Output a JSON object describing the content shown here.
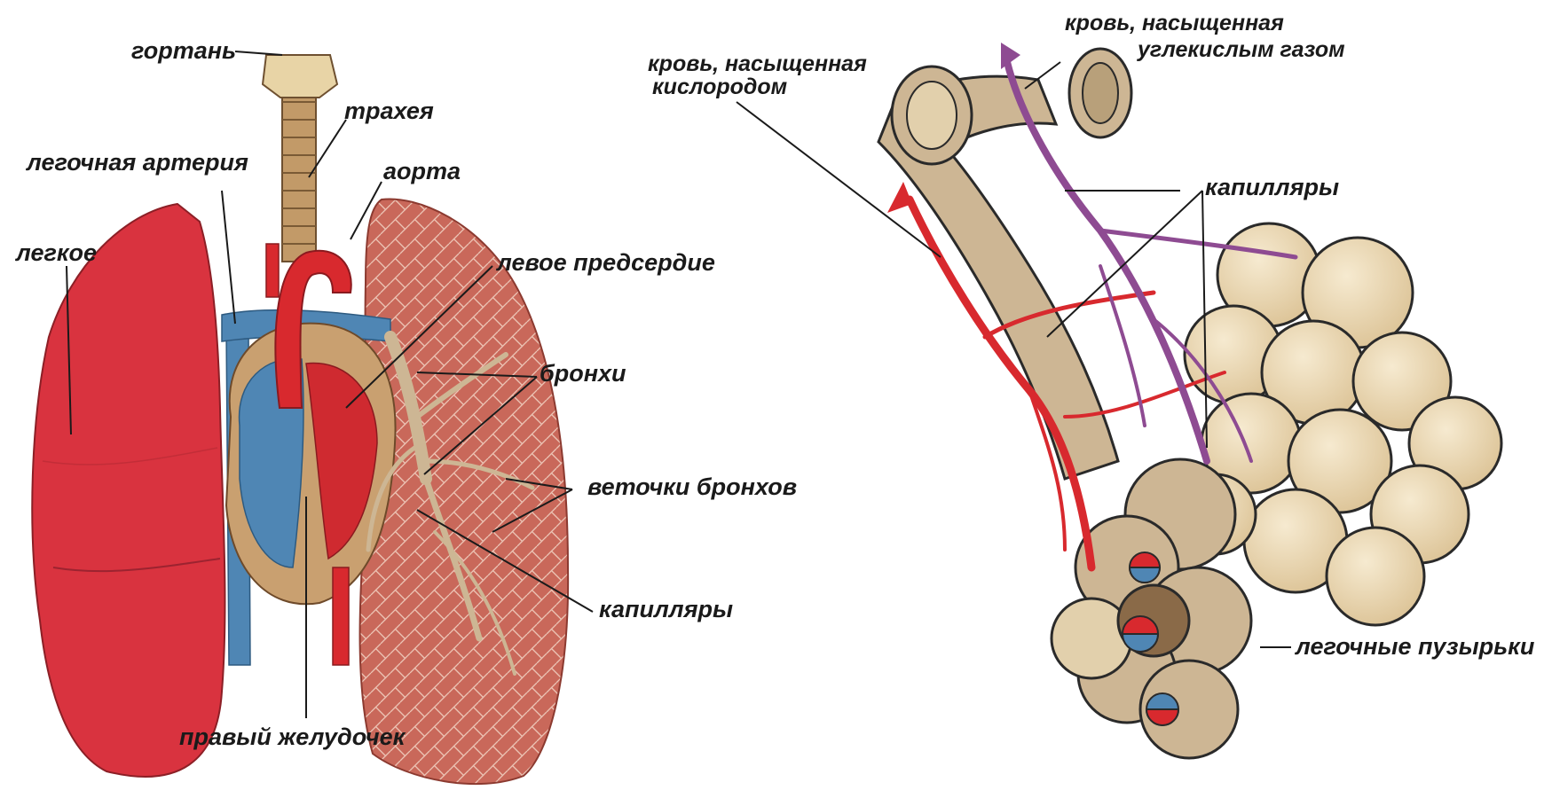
{
  "left_diagram": {
    "labels": {
      "larynx": "гортань",
      "trachea": "трахея",
      "pulmonary_artery": "легочная артерия",
      "aorta": "аорта",
      "lung": "легкое",
      "left_atrium": "левое предсердие",
      "bronchi": "бронхи",
      "bronchial_branches": "веточки бронхов",
      "capillaries": "капилляры",
      "right_ventricle": "правый желудочек"
    }
  },
  "right_diagram": {
    "labels": {
      "oxygen_blood_1": "кровь, насыщенная",
      "oxygen_blood_2": "кислородом",
      "co2_blood_1": "кровь, насыщенная",
      "co2_blood_2": "углекислым газом",
      "capillaries": "капилляры",
      "alveoli": "легочные пузырьки"
    }
  },
  "colors": {
    "lung_red": "#d9333f",
    "lung_texture": "#c7604f",
    "vein_blue": "#4f86b4",
    "artery_red": "#d8292e",
    "co2_vessel": "#8e4b92",
    "bronchus_tan": "#cdb694",
    "alveoli_fill": "#ead8b0",
    "outline": "#2a2a2a"
  }
}
